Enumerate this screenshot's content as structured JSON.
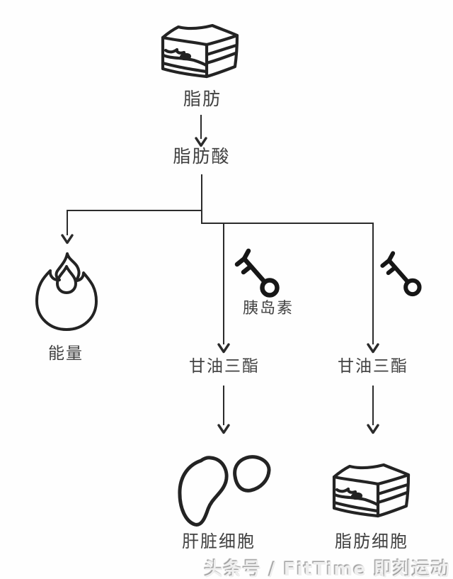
{
  "diagram": {
    "nodes": {
      "fat": "脂肪",
      "fatty_acid": "脂肪酸",
      "energy": "能量",
      "insulin": "胰岛素",
      "triglyceride_mid": "甘油三酯",
      "triglyceride_right": "甘油三酯",
      "liver_cell": "肝脏细胞",
      "fat_cell": "脂肪细胞"
    },
    "icons": {
      "top": "pork-belly-block",
      "left": "flame",
      "mid": "key",
      "right": "key",
      "bottom_mid": "liver",
      "bottom_right": "pork-belly-block"
    },
    "colors": {
      "background": "#fefefe",
      "line": "#2b2b2b",
      "icon_stroke": "#232323",
      "text": "#414141",
      "watermark": "#efefef"
    }
  },
  "watermark": "头条号 / FitTime 即刻运动"
}
